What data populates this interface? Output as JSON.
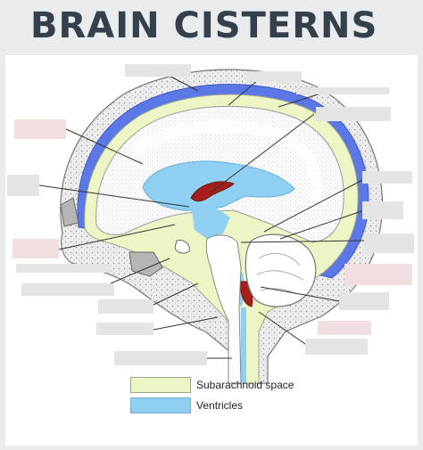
{
  "title": "BRAIN CISTERNS",
  "legend": [
    {
      "label": "Subarachnoid space",
      "color": "#eef5c5",
      "border": "#9aa88a"
    },
    {
      "label": "Ventricles",
      "color": "#8fd0f2",
      "border": "#7aaecf"
    }
  ],
  "colors": {
    "skull_fill": "#e6e6e6",
    "subarachnoid": "#eef5c5",
    "dura_band": "#5b78e6",
    "ventricle": "#8fd0f2",
    "choroid": "#a6201b",
    "hidden_label": "#e4e4e4",
    "hidden_label_pink": "#f1dede"
  }
}
